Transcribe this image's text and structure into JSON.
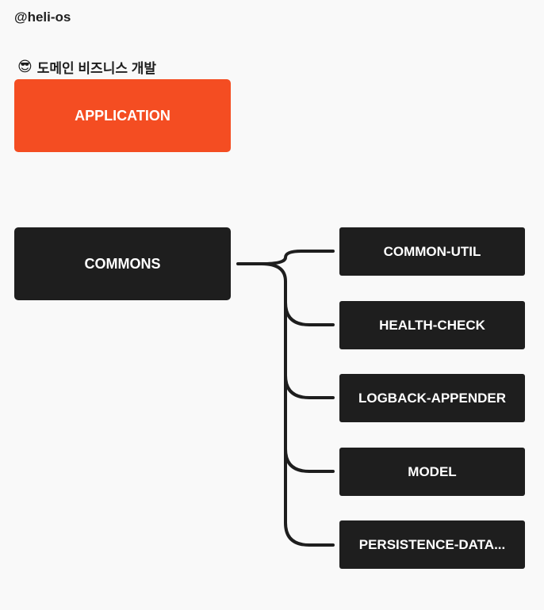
{
  "header": {
    "handle": "@heli-os"
  },
  "section": {
    "emoji": "😎",
    "title": "도메인 비즈니스 개발"
  },
  "nodes": {
    "application": "APPLICATION",
    "commons": "COMMONS"
  },
  "children": [
    "COMMON-UTIL",
    "HEALTH-CHECK",
    "LOGBACK-APPENDER",
    "MODEL",
    "PERSISTENCE-DATA..."
  ],
  "colors": {
    "application_fill": "#f44d22",
    "node_fill": "#1e1e1e",
    "connector": "#1e1e1e",
    "background": "#f9f9f9"
  }
}
